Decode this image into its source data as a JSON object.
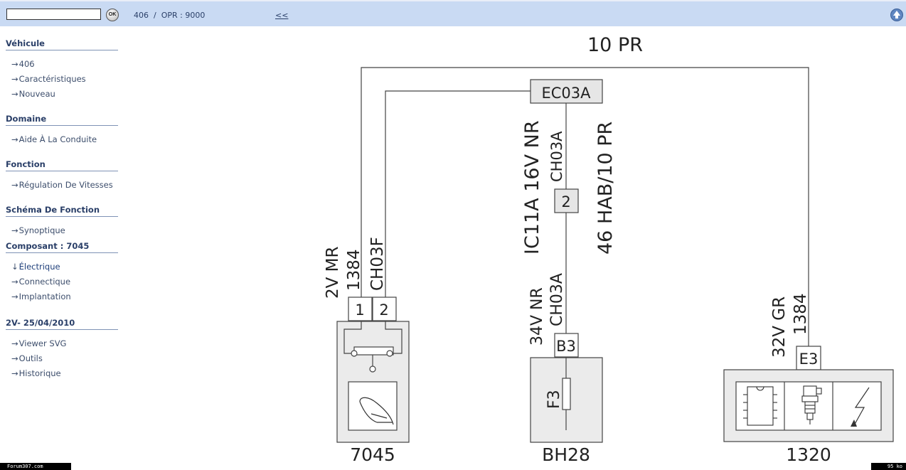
{
  "topbar": {
    "search_value": "",
    "ok_label": "OK",
    "crumb": "406  /  OPR : 9000",
    "back_label": "<<",
    "top_icon": "up-arrow-icon"
  },
  "sidebar": {
    "sections": [
      {
        "title": "Véhicule",
        "items": [
          "406",
          "Caractéristiques",
          "Nouveau"
        ]
      },
      {
        "title": "Domaine",
        "items": [
          "Aide À La Conduite"
        ]
      },
      {
        "title": "Fonction",
        "items": [
          "Régulation De Vitesses"
        ]
      },
      {
        "title": "Schéma De Fonction",
        "items": [
          "Synoptique"
        ]
      },
      {
        "title": "Composant : 7045",
        "items": [
          "Électrique",
          "Connectique",
          "Implantation"
        ]
      },
      {
        "title": "2V- 25/04/2010",
        "items": [
          "Viewer SVG",
          "Outils",
          "Historique"
        ]
      }
    ],
    "item_arrow": "→",
    "active_arrow": "↓"
  },
  "diagram": {
    "top_label": "10 PR",
    "connector_top": "EC03A",
    "wire_center_a": "IC11A 16V NR",
    "wire_center_b": "CH03A",
    "wire_center_c": "46 HAB/10 PR",
    "junction_pin": "2",
    "left_wire_a": "2V MR",
    "left_wire_b": "1384",
    "left_wire_c": "CH03F",
    "left_pin_1": "1",
    "left_pin_2": "2",
    "mid_wire_a": "34V NR",
    "mid_wire_b": "CH03A",
    "mid_pin": "B3",
    "fuse_label": "F3",
    "right_wire_a": "32V GR",
    "right_wire_b": "1384",
    "right_pin": "E3",
    "component_left": "7045",
    "component_mid": "BH28",
    "component_right": "1320"
  },
  "footer": {
    "site": "Forum307.com",
    "size": "95 ko"
  }
}
